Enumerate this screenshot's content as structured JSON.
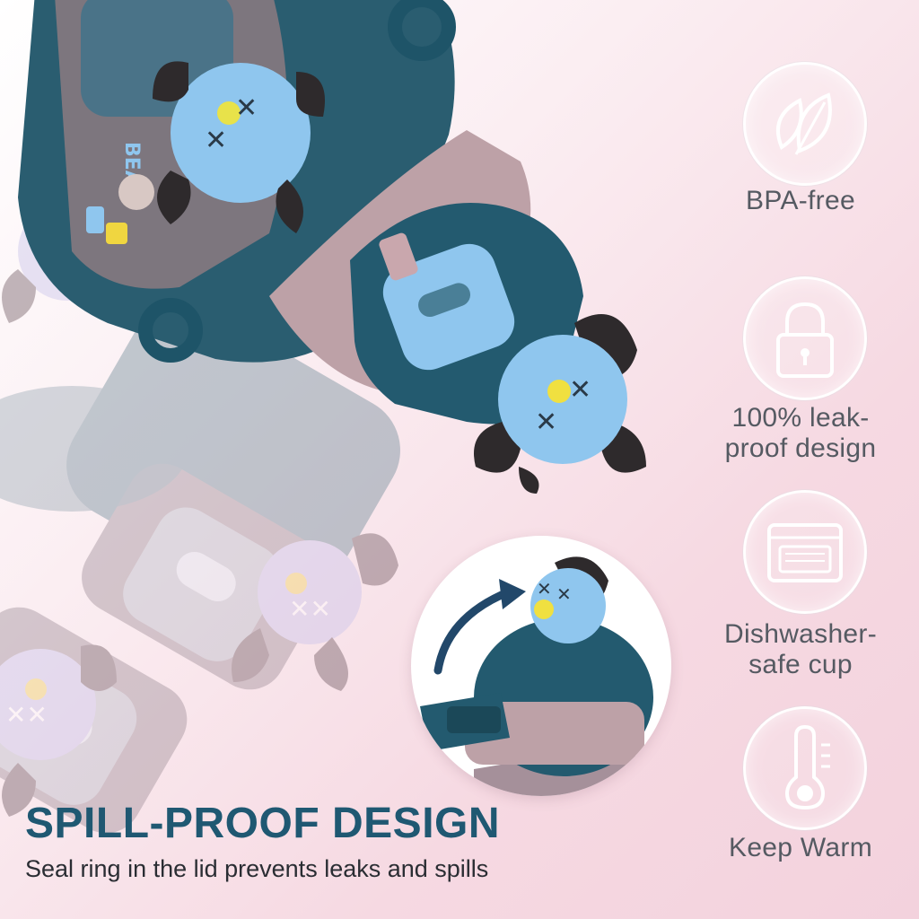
{
  "headline": "SPILL-PROOF DESIGN",
  "subline": "Seal ring in the lid prevents leaks and spills",
  "bottle_sticker_text": "BEAR",
  "features": [
    {
      "label_line1": "BPA-free",
      "label_line2": "",
      "icon": "leaf-icon"
    },
    {
      "label_line1": "100% leak-",
      "label_line2": "proof design",
      "icon": "lock-icon"
    },
    {
      "label_line1": "Dishwasher-",
      "label_line2": "safe cup",
      "icon": "dishwasher-icon"
    },
    {
      "label_line1": "Keep Warm",
      "label_line2": "",
      "icon": "thermometer-icon"
    }
  ],
  "colors": {
    "brand_teal": "#1f5872",
    "lid_teal": "#1e5a6e",
    "light_blue": "#8fc6ee",
    "mauve": "#b89aa0",
    "text_gray": "#555a62"
  }
}
